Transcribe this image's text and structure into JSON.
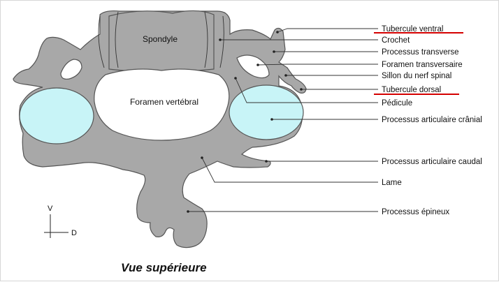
{
  "colors": {
    "bone": "#a8a8a8",
    "articular_facet": "#c8f4f7",
    "underline": "#d40000"
  },
  "inner_labels": {
    "spondyle": "Spondyle",
    "foramen_vertebral": "Foramen vertébral"
  },
  "labels": {
    "tubercule_ventral": "Tubercule ventral",
    "crochet": "Crochet",
    "processus_transverse": "Processus transverse",
    "foramen_transversaire": "Foramen transversaire",
    "sillon_nerf_spinal": "Sillon du nerf spinal",
    "tubercule_dorsal": "Tubercule dorsal",
    "pedicule": "Pédicule",
    "processus_articulaire_cranial": "Processus articulaire crânial",
    "processus_articulaire_caudal": "Processus articulaire caudal",
    "lame": "Lame",
    "processus_epineux": "Processus épineux"
  },
  "orientation": {
    "vertical": "V",
    "horizontal": "D"
  },
  "caption": "Vue supérieure"
}
